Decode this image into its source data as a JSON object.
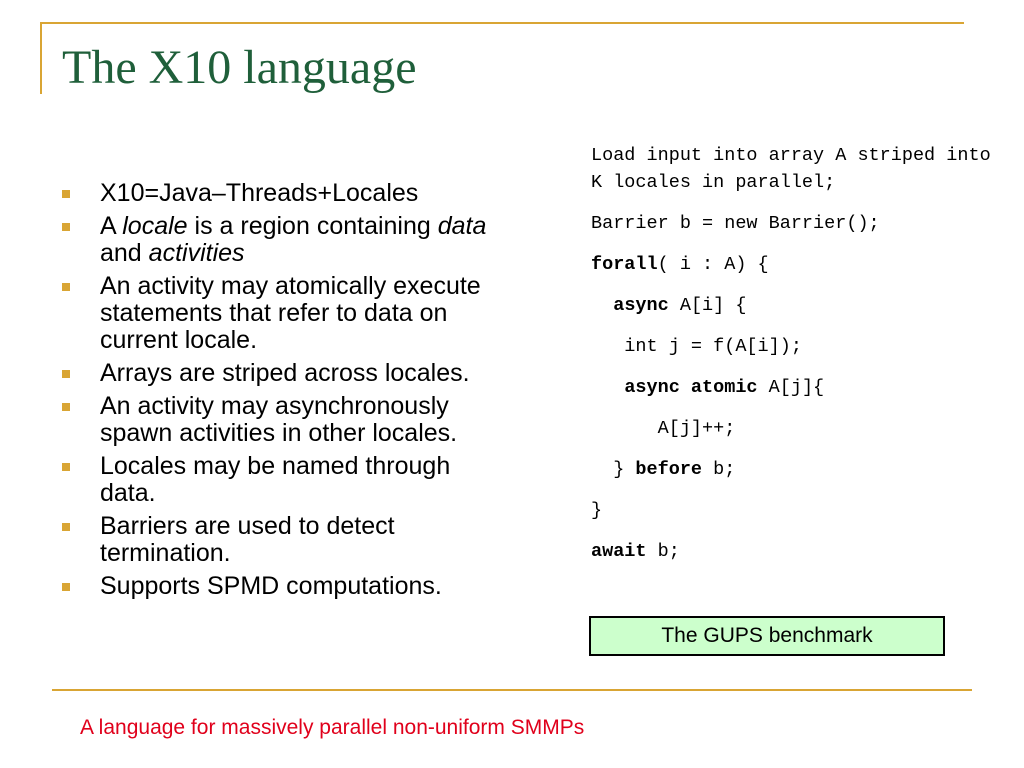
{
  "slide": {
    "title": "The X10 language",
    "bullets": [
      [
        "X10=Java–Threads+Locales"
      ],
      [
        "A ",
        {
          "i": "locale"
        },
        " is a region containing ",
        {
          "i": "data"
        },
        " and ",
        {
          "i": "activities"
        }
      ],
      [
        "An activity may atomically execute statements that refer to data on current locale."
      ],
      [
        "Arrays are striped across locales."
      ],
      [
        "An activity may asynchronously spawn activities in other locales."
      ],
      [
        "Locales may be named through data."
      ],
      [
        "Barriers are used to detect termination."
      ],
      [
        "Supports SPMD computations."
      ]
    ],
    "code": {
      "intro": "Load input into array A striped into K locales in parallel;",
      "lines": [
        [
          {
            "t": "Barrier b = new Barrier();"
          }
        ],
        [
          {
            "t": "forall",
            "kw": true
          },
          {
            "t": "( i : A) {"
          }
        ],
        [
          {
            "t": "  "
          },
          {
            "t": "async",
            "kw": true
          },
          {
            "t": " A[i] {"
          }
        ],
        [
          {
            "t": "   int j = f(A[i]);"
          }
        ],
        [
          {
            "t": "   "
          },
          {
            "t": "async atomic",
            "kw": true
          },
          {
            "t": " A[j]{"
          }
        ],
        [
          {
            "t": "      A[j]++;"
          }
        ],
        [
          {
            "t": "  } "
          },
          {
            "t": "before",
            "kw": true
          },
          {
            "t": " b;"
          }
        ],
        [
          {
            "t": "}"
          }
        ],
        [
          {
            "t": "await",
            "kw": true
          },
          {
            "t": " b;"
          }
        ]
      ]
    },
    "caption": "The GUPS benchmark",
    "footer": "A language for massively parallel non-uniform SMMPs",
    "colors": {
      "accent": "#d9a534",
      "title": "#1f5f3a",
      "footer": "#e0001b",
      "caption_bg": "#ccffcc"
    }
  }
}
